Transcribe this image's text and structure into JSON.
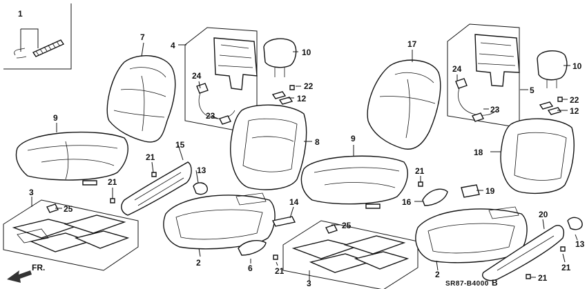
{
  "diagram": {
    "code": "SR87-B4000",
    "code_suffix": "B",
    "direction": "FR.",
    "callouts": {
      "c1": "1",
      "c7": "7",
      "c4": "4",
      "c10a": "10",
      "c24a": "24",
      "c22a": "22",
      "c12a": "12",
      "c23a": "23",
      "c9a": "9",
      "c8": "8",
      "c15": "15",
      "c13a": "13",
      "c21a": "21",
      "c21b": "21",
      "c3a": "3",
      "c25a": "25",
      "c14": "14",
      "c2a": "2",
      "c6": "6",
      "c21c": "21",
      "c17": "17",
      "c5": "5",
      "c10b": "10",
      "c24b": "24",
      "c22b": "22",
      "c12b": "12",
      "c23b": "23",
      "c9b": "9",
      "c18": "18",
      "c21d": "21",
      "c19": "19",
      "c16": "16",
      "c25b": "25",
      "c3b": "3",
      "c2b": "2",
      "c20": "20",
      "c13b": "13",
      "c21e": "21",
      "c21f": "21"
    }
  }
}
